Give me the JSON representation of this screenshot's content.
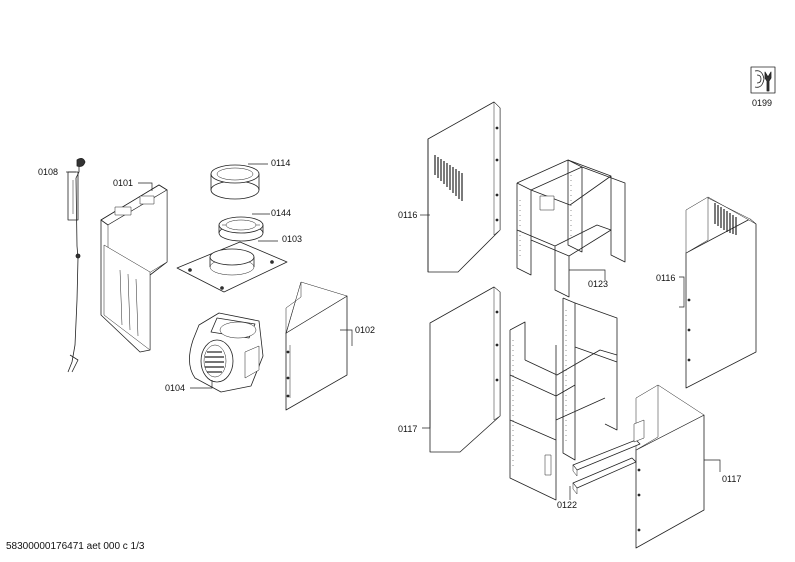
{
  "callouts": {
    "c0199": "0199",
    "c0108": "0108",
    "c0101": "0101",
    "c0114": "0114",
    "c0144": "0144",
    "c0103": "0103",
    "c0102": "0102",
    "c0104": "0104",
    "c0116a": "0116",
    "c0116b": "0116",
    "c0123": "0123",
    "c0117a": "0117",
    "c0117b": "0117",
    "c0122": "0122"
  },
  "footer": "58300000176471 aet 000 c 1/3",
  "icons": {
    "service": "service-manual-icon"
  }
}
